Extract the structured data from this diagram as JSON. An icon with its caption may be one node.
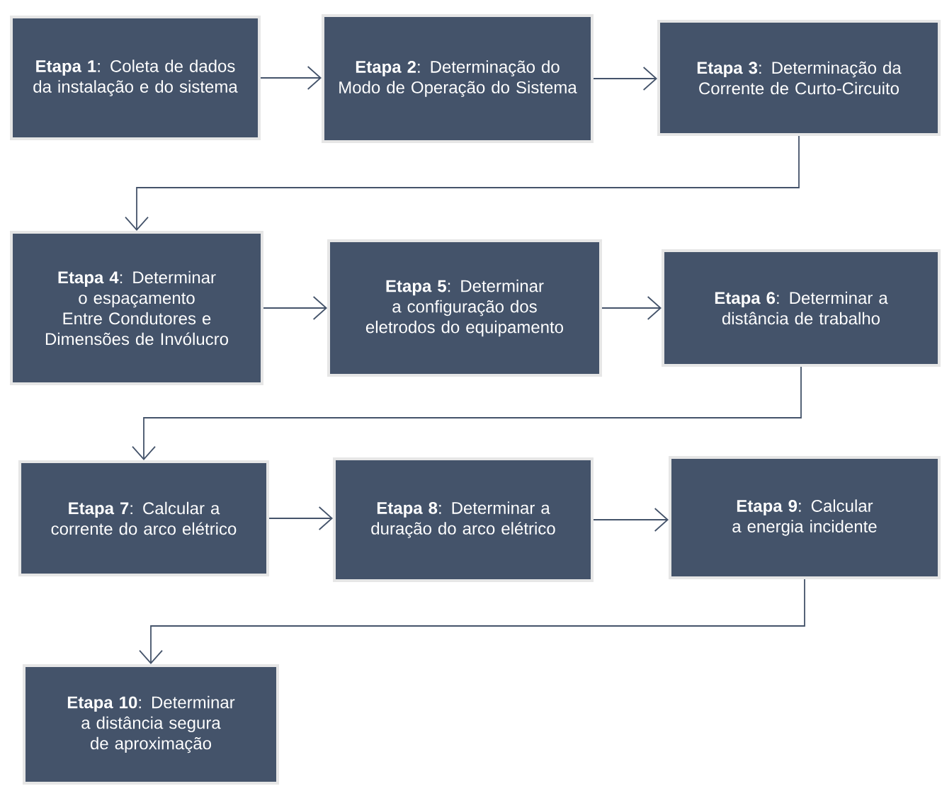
{
  "diagram": {
    "nodes": [
      {
        "text": [
          "**Etapa 1**: Coleta de dados da instalação e do sistema"
        ]
      },
      {
        "text": [
          "**Etapa 2**: Determinação do Modo de Operação do Sistema"
        ]
      },
      {
        "text": [
          "**Etapa 3**: Determinação da Corrente de Curto-Circuito"
        ]
      },
      {
        "text": [
          "**Etapa 4**: Determinar o espaçamento Entre Condutores e Dimensões de Invólucro"
        ]
      },
      {
        "text": [
          "**Etapa 5**: Determinar a configuração dos eletrodos do equipamento"
        ]
      },
      {
        "text": [
          "**Etapa 6**: Determinar a distância de trabalho"
        ]
      },
      {
        "text": [
          "**Etapa 7**: Calcular a corrente do arco elétrico"
        ]
      },
      {
        "text": [
          "**Etapa 8**: Determinar a duração do arco elétrico"
        ]
      },
      {
        "text": [
          "**Etapa 9**: Calcular a energia incidente"
        ]
      },
      {
        "text": [
          "**Etapa 10**: Determinar a distância segura de aproximação"
        ]
      }
    ],
    "edges": [
      {
        "from": 0,
        "to": 1,
        "arrow": "to"
      },
      {
        "from": 1,
        "to": 2,
        "arrow": "to"
      },
      {
        "from": 2,
        "to": 3,
        "arrow": "to"
      },
      {
        "from": 3,
        "to": 4,
        "arrow": "to"
      },
      {
        "from": 4,
        "to": 5,
        "arrow": "to"
      },
      {
        "from": 5,
        "to": 6,
        "arrow": "to"
      },
      {
        "from": 6,
        "to": 7,
        "arrow": "to"
      },
      {
        "from": 7,
        "to": 8,
        "arrow": "to"
      },
      {
        "from": 8,
        "to": 9,
        "arrow": "to"
      }
    ]
  }
}
